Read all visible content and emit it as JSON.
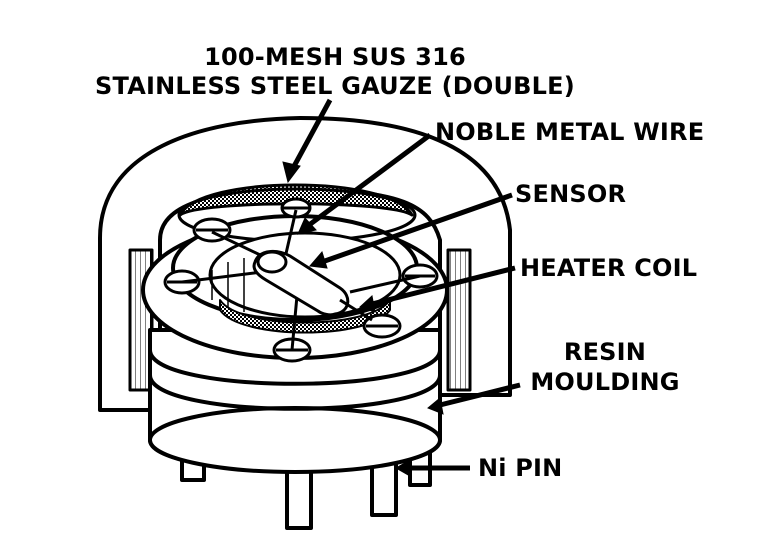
{
  "labels": {
    "gauze_line1": "100-MESH SUS 316",
    "gauze_line2": "STAINLESS STEEL GAUZE (DOUBLE)",
    "noble_metal_wire": "NOBLE METAL WIRE",
    "sensor": "SENSOR",
    "heater_coil": "HEATER COIL",
    "resin_line1": "RESIN",
    "resin_line2": "MOULDING",
    "ni_pin": "Ni PIN"
  },
  "colors": {
    "ink": "#000000",
    "paper": "#ffffff",
    "mesh": "#555555"
  }
}
